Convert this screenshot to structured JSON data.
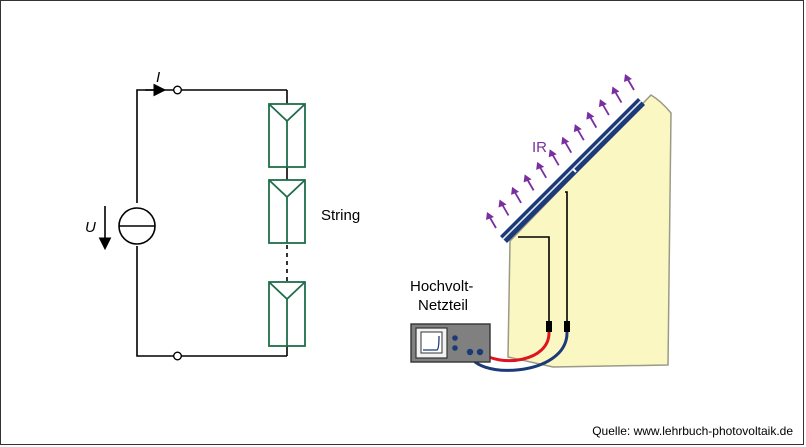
{
  "circuit": {
    "current_label": "I",
    "voltage_label": "U",
    "string_label": "String"
  },
  "setup": {
    "ir_label": "IR",
    "power_supply_line1": "Hochvolt-",
    "power_supply_line2": "Netzteil"
  },
  "footer": {
    "source": "Quelle: www.lehrbuch-photovoltaik.de"
  },
  "colors": {
    "module_green": "#1f6e4a",
    "ir_purple": "#7a2fa0",
    "panel_navy": "#1b3a78",
    "roof_yellow": "#fbf7c3",
    "cable_red": "#e0141e",
    "cable_blue": "#1b3a78"
  },
  "icons": [
    "voltage-source-symbol",
    "pv-module-symbol",
    "ir-arrow",
    "oscilloscope-display"
  ]
}
